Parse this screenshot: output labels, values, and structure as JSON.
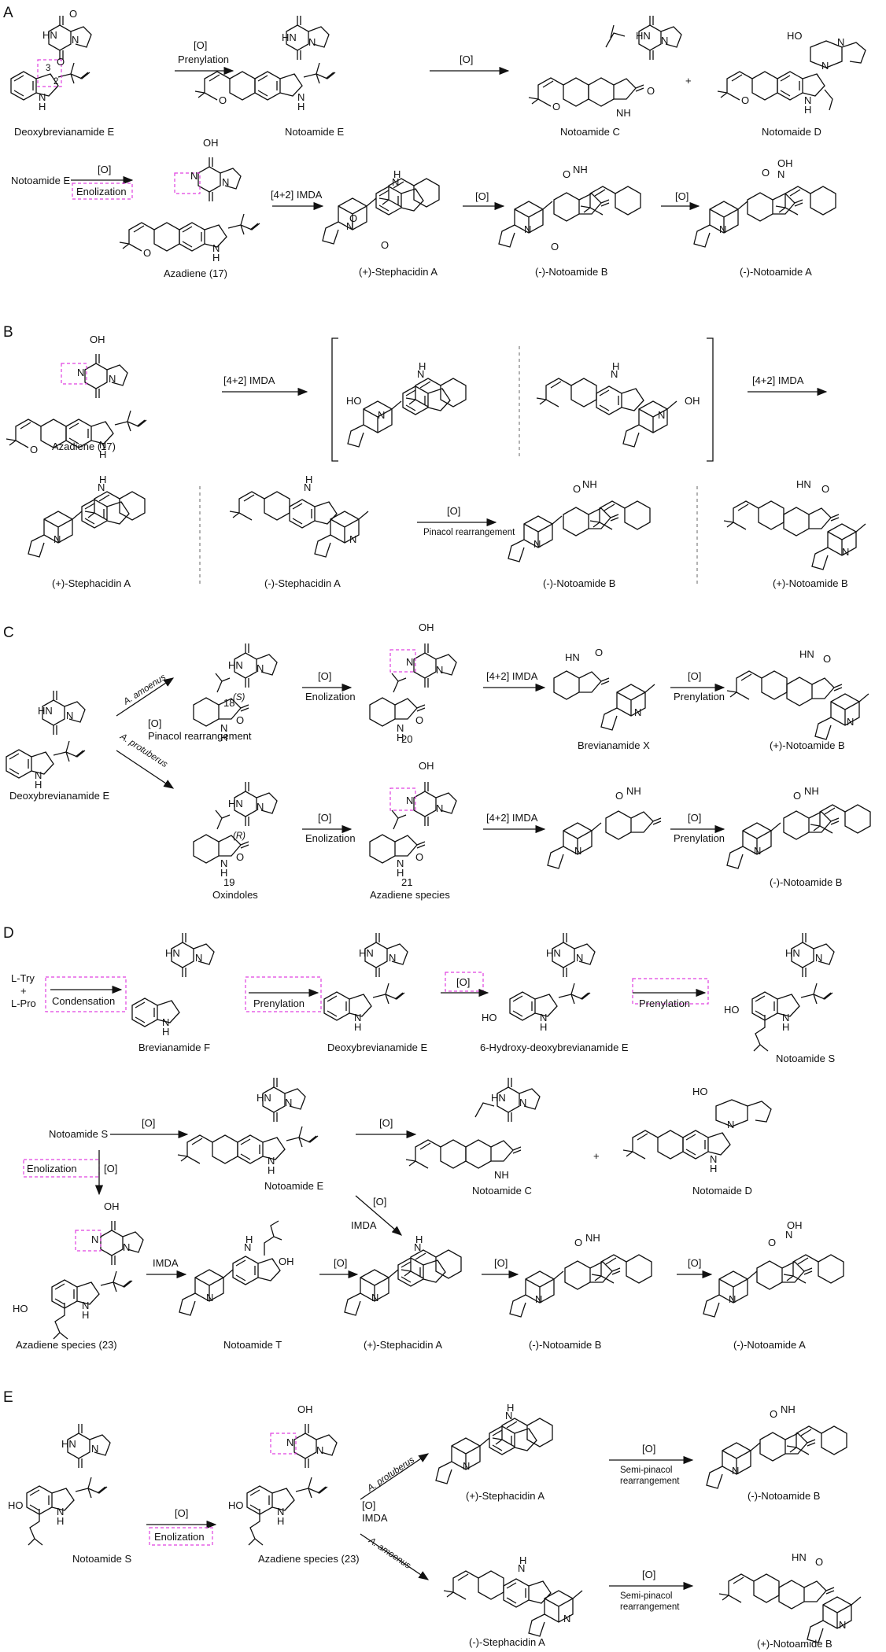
{
  "panels": [
    "A",
    "B",
    "C",
    "D",
    "E"
  ],
  "panel_a": {
    "compounds": [
      "Deoxybrevianamide E",
      "Notoamide E",
      "Notoamide C",
      "Notomaide D",
      "Azadiene (17)",
      "(+)-Stephacidin A",
      "(-)-Notoamide B",
      "(-)-Notoamide A"
    ],
    "row1_labels": {
      "oxid": "[O]",
      "prenyl": "Prenylation",
      "oxid2": "[O]",
      "plus": "+"
    },
    "row2_labels": {
      "start": "Notoamide E",
      "oxid": "[O]",
      "enol": "Enolization",
      "imda": "[4+2] IMDA",
      "oxid2": "[O]",
      "oxid3": "[O]"
    },
    "atom_numbers": [
      "3",
      "2"
    ]
  },
  "panel_b": {
    "compounds": [
      "Azadiene (17)",
      "(+)-Stephacidin A",
      "(-)-Stephacidin A",
      "(-)-Notoamide B",
      "(+)-Notoamide B"
    ],
    "arrow1": "[4+2] IMDA",
    "arrow2": "[4+2] IMDA",
    "arrow3_top": "[O]",
    "arrow3_bottom": "Pinacol rearrangement"
  },
  "panel_c": {
    "start": "Deoxybrevianamide E",
    "org1": "A. amoenus",
    "org2": "A. protuberus",
    "pinacol_o": "[O]",
    "pinacol": "Pinacol rearrangement",
    "cmp18": "18",
    "cmp19": "19",
    "cmp20": "20",
    "cmp21": "21",
    "oxindoles": "Oxindoles",
    "azadiene": "Azadiene species",
    "brevX": "Brevianamide X",
    "plusB": "(+)-Notoamide B",
    "minusB": "(-)-Notoamide B",
    "o": "[O]",
    "enol": "Enolization",
    "imda": "[4+2] IMDA",
    "prenyl": "Prenylation",
    "stereo_s": "(S)",
    "stereo_r": "(R)"
  },
  "panel_d": {
    "row1": {
      "ltry": "L-Try",
      "plus": "+",
      "lpro": "L-Pro",
      "condensation": "Condensation",
      "brevF": "Brevianamide F",
      "prenylation": "Prenylation",
      "deoxy": "Deoxybrevianamide E",
      "o": "[O]",
      "hydroxy": "6-Hydroxy-deoxybrevianamide E",
      "prenylation2": "Prenylation",
      "notoS": "Notoamide S"
    },
    "row2": {
      "notoS": "Notoamide S",
      "o": "[O]",
      "notoE": "Notoamide E",
      "o2": "[O]",
      "notoC": "Notoamide C",
      "plus": "+",
      "notoD": "Notomaide D",
      "enol": "Enolization",
      "o3": "[O]",
      "o4": "[O]",
      "imda_diag": "IMDA"
    },
    "row3": {
      "az23": "Azadiene species (23)",
      "imda": "IMDA",
      "notoT": "Notoamide T",
      "o": "[O]",
      "stephA": "(+)-Stephacidin A",
      "o2": "[O]",
      "notoB": "(-)-Notoamide B",
      "o3": "[O]",
      "notoA": "(-)-Notoamide A"
    }
  },
  "panel_e": {
    "notoS": "Notoamide S",
    "o": "[O]",
    "enol": "Enolization",
    "az23": "Azadiene species (23)",
    "org1": "A. protuberus",
    "org2": "A. amoenus",
    "o_imda_1": "[O]",
    "o_imda_2": "IMDA",
    "stephPlus": "(+)-Stephacidin A",
    "stephMinus": "(-)-Stephacidin A",
    "semi_o": "[O]",
    "semi1": "Semi-pinacol",
    "semi2": "rearrangement",
    "notoBminus": "(-)-Notoamide B",
    "notoBplus": "(+)-Notoamide B"
  },
  "atoms": {
    "N": "N",
    "NH": "NH",
    "H": "H",
    "HN": "HN",
    "O": "O",
    "OH": "OH",
    "HO": "HO"
  }
}
